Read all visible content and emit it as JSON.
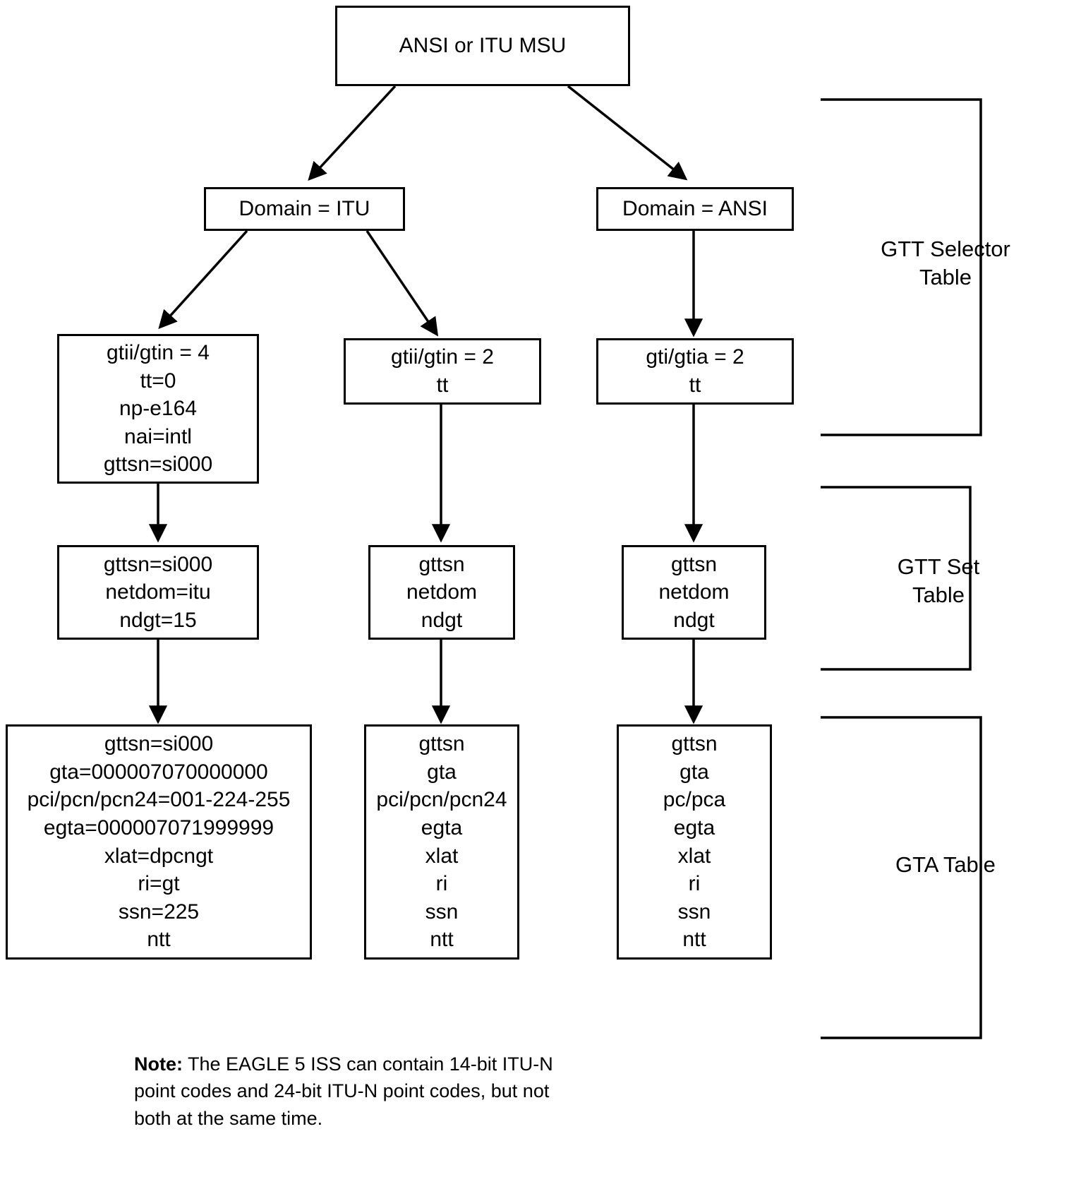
{
  "diagram": {
    "title_box": {
      "label": "ANSI or ITU MSU"
    },
    "domain_boxes": [
      {
        "label": "Domain = ITU"
      },
      {
        "label": "Domain = ANSI"
      }
    ],
    "selector_boxes": [
      {
        "lines": [
          "gtii/gtin = 4",
          "tt=0",
          "np-e164",
          "nai=intl",
          "gttsn=si000"
        ]
      },
      {
        "lines": [
          "gtii/gtin = 2",
          "tt"
        ]
      },
      {
        "lines": [
          "gti/gtia = 2",
          "tt"
        ]
      }
    ],
    "set_boxes": [
      {
        "lines": [
          "gttsn=si000",
          "netdom=itu",
          "ndgt=15"
        ]
      },
      {
        "lines": [
          "gttsn",
          "netdom",
          "ndgt"
        ]
      },
      {
        "lines": [
          "gttsn",
          "netdom",
          "ndgt"
        ]
      }
    ],
    "gta_boxes": [
      {
        "lines": [
          "gttsn=si000",
          "gta=000007070000000",
          "pci/pcn/pcn24=001-224-255",
          "egta=000007071999999",
          "xlat=dpcngt",
          "ri=gt",
          "ssn=225",
          "ntt"
        ]
      },
      {
        "lines": [
          "gttsn",
          "gta",
          "pci/pcn/pcn24",
          "egta",
          "xlat",
          "ri",
          "ssn",
          "ntt"
        ]
      },
      {
        "lines": [
          "gttsn",
          "gta",
          "pc/pca",
          "egta",
          "xlat",
          "ri",
          "ssn",
          "ntt"
        ]
      }
    ],
    "brace_labels": [
      {
        "line1": "GTT Selector",
        "line2": "Table"
      },
      {
        "line1": "GTT Set",
        "line2": "Table"
      },
      {
        "line1": "GTA Table",
        "line2": ""
      }
    ],
    "note": {
      "prefix": "Note:",
      "text": " The EAGLE 5 ISS can contain 14-bit ITU-N point codes and 24-bit ITU-N point codes, but not both at the same time."
    },
    "colors": {
      "stroke": "#000000",
      "background": "#ffffff",
      "text": "#000000"
    }
  }
}
